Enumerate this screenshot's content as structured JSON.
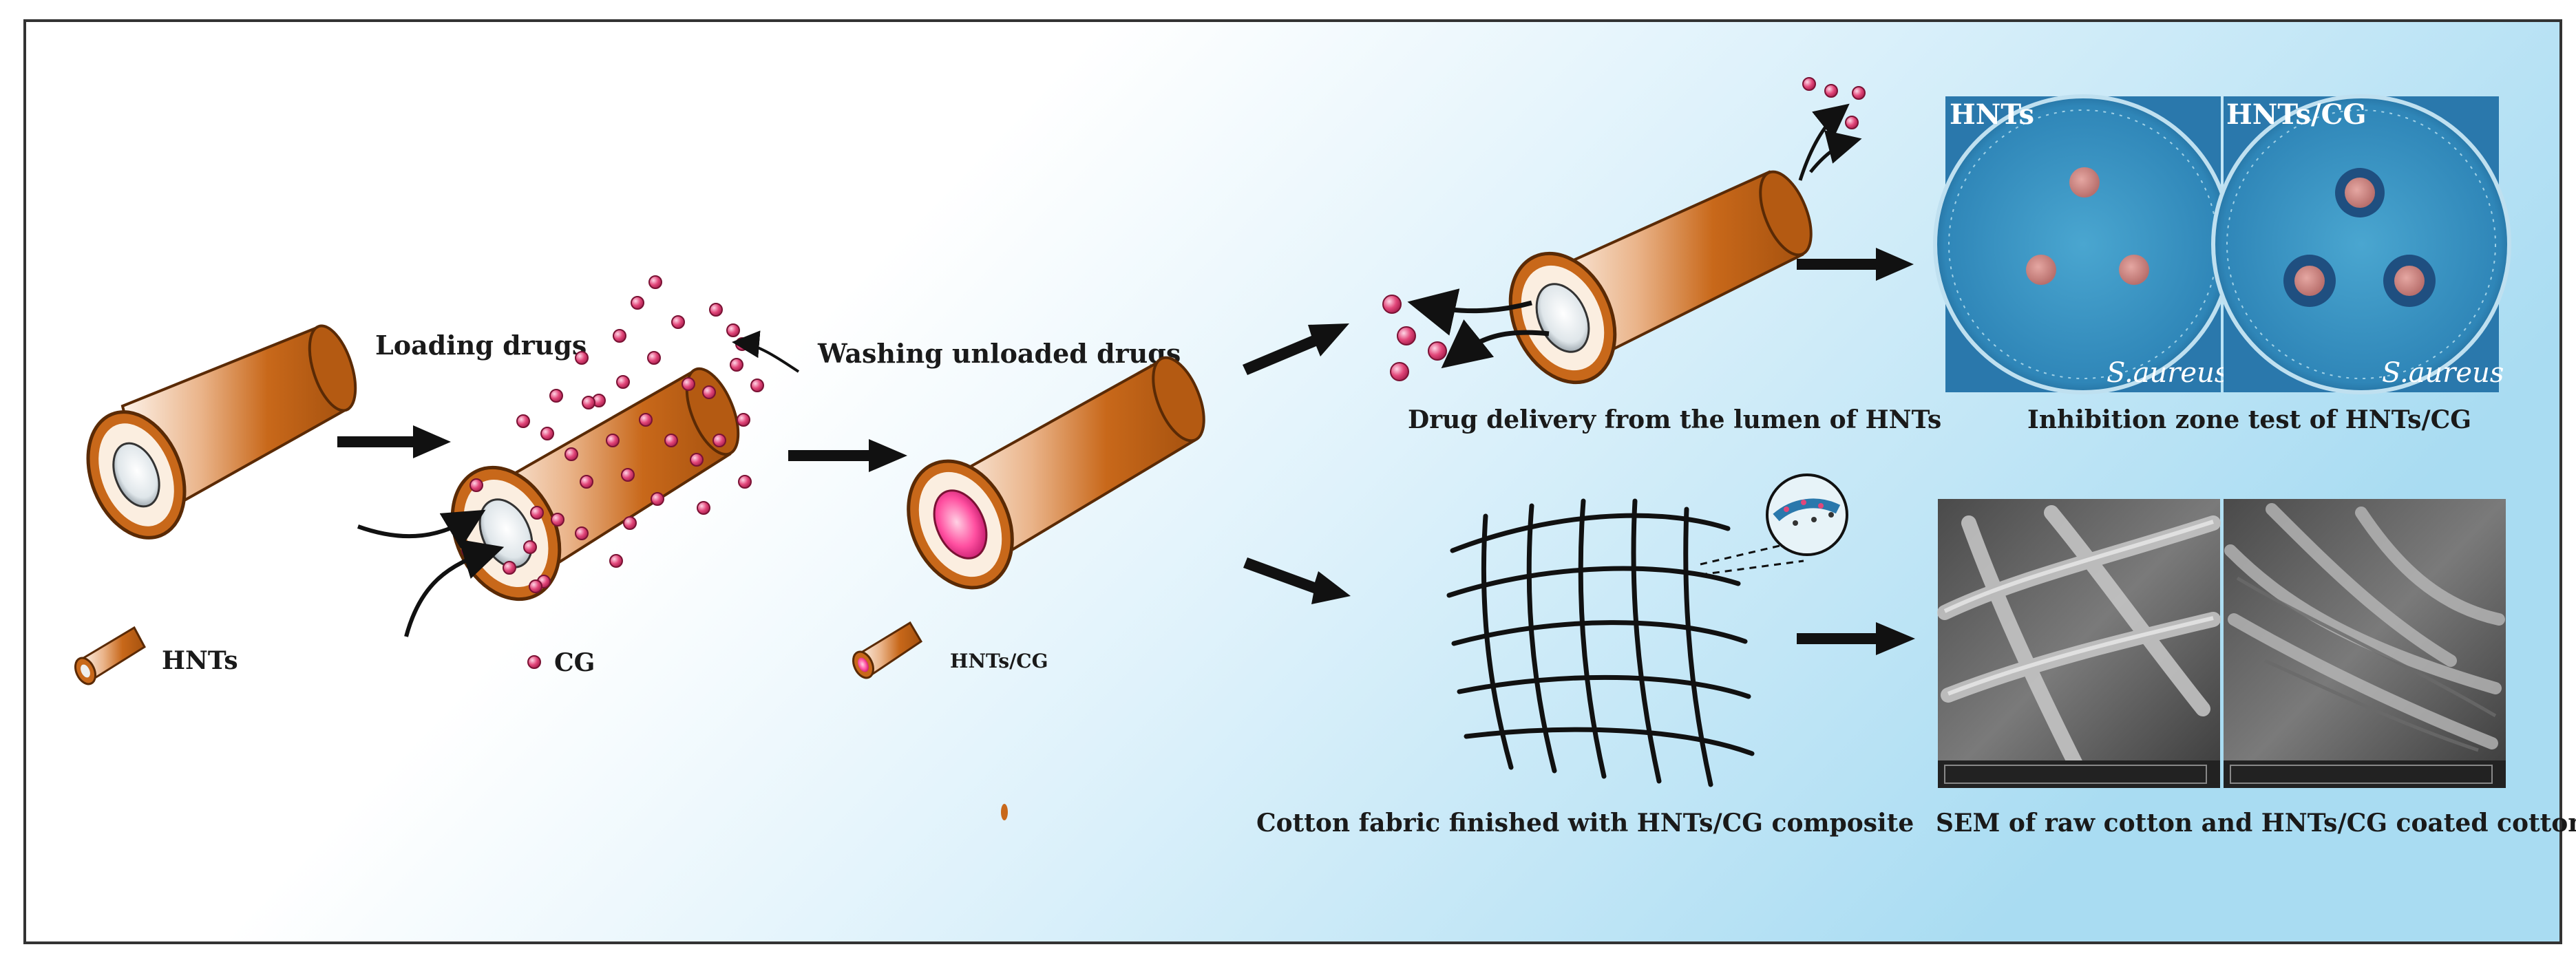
{
  "labels": {
    "loading_drugs": "Loading drugs",
    "washing_unloaded": "Washing unloaded drugs",
    "legend_hnts": "HNTs",
    "legend_cg": "CG",
    "legend_hnts_cg": "HNTs/CG",
    "drug_delivery": "Drug delivery from the lumen of HNTs",
    "inhibition_caption": "Inhibition zone test of HNTs/CG",
    "plate_left_title": "HNTs",
    "plate_right_title": "HNTs/CG",
    "plate_left_organism": "S.aureus",
    "plate_right_organism": "S.aureus",
    "cotton_caption": "Cotton fabric finished with HNTs/CG composite",
    "sem_caption": "SEM of raw cotton and HNTs/CG coated cotton"
  },
  "colors": {
    "tube_orange": "#c8681a",
    "tube_light": "#fbeee0",
    "drug_pink": "#e2477a",
    "plate_blue": "#2f86b8",
    "background_blue": "#a9dcf2",
    "frame": "#333333"
  }
}
